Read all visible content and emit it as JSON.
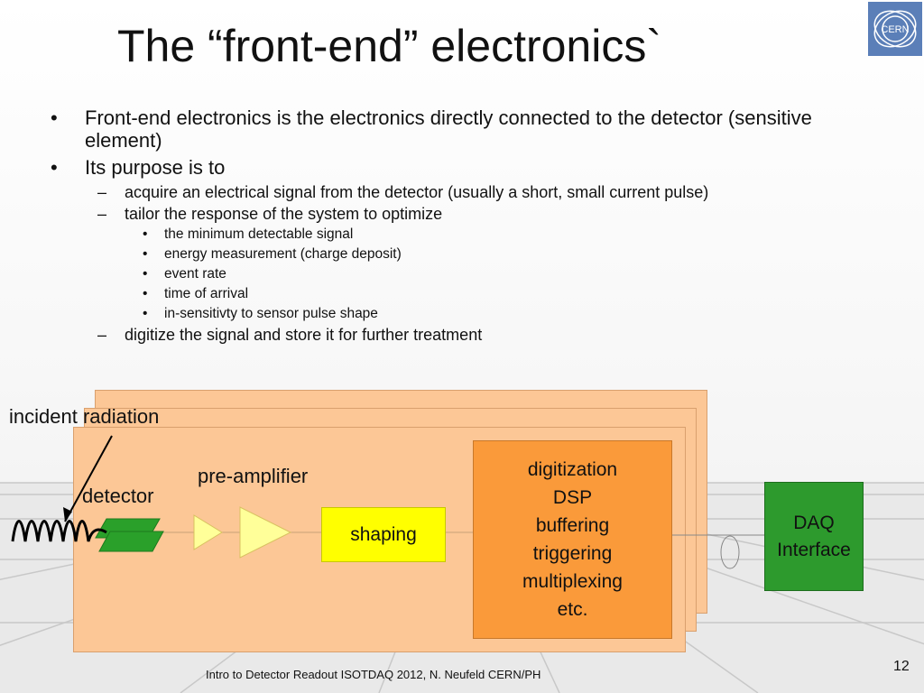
{
  "slide": {
    "title": "The “front-end” electronics`",
    "logo_text": "CERN",
    "footer": "Intro to Detector Readout ISOTDAQ  2012, N. Neufeld CERN/PH",
    "page_number": "12"
  },
  "bullets": [
    {
      "level": 1,
      "text": "Front-end electronics is the electronics directly connected to the detector (sensitive element)"
    },
    {
      "level": 1,
      "text": "Its purpose is to"
    },
    {
      "level": 2,
      "text": "acquire an electrical signal from the detector (usually a short, small current pulse)"
    },
    {
      "level": 2,
      "text": "tailor the response of the system to optimize"
    },
    {
      "level": 3,
      "text": "the minimum detectable signal"
    },
    {
      "level": 3,
      "text": "energy measurement (charge deposit)"
    },
    {
      "level": 3,
      "text": "event rate"
    },
    {
      "level": 3,
      "text": "time of arrival"
    },
    {
      "level": 3,
      "text": "in-sensitivty to sensor pulse shape"
    },
    {
      "level": 2,
      "text": "digitize the signal and store it for further treatment"
    }
  ],
  "diagram": {
    "incident_radiation": "incident radiation",
    "detector": "detector",
    "pre_amplifier": "pre-amplifier",
    "shaping": "shaping",
    "digitization_lines": [
      "digitization",
      "DSP",
      "buffering",
      "triggering",
      "multiplexing",
      "etc."
    ],
    "daq_lines": [
      "DAQ",
      "Interface"
    ]
  },
  "colors": {
    "card_fill": "#fcc796",
    "digitization_fill": "#fa9a3a",
    "shaping_fill": "#ffff00",
    "detector_fill": "#2aa02a",
    "daq_fill": "#2d9a2d",
    "amp_fill": "#ffff99"
  }
}
